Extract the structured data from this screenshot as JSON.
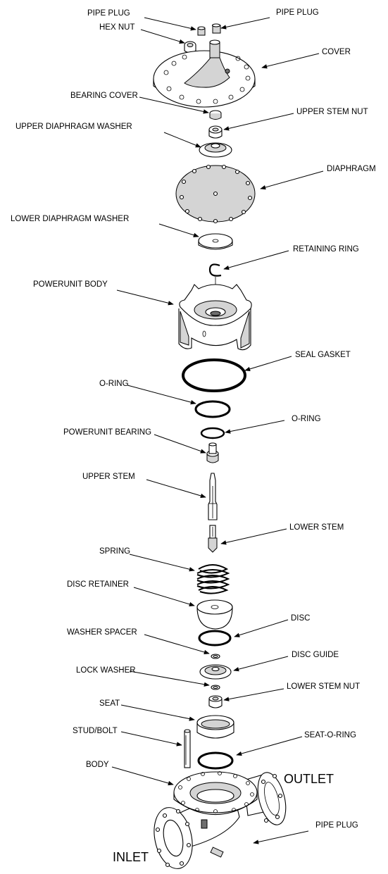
{
  "title": "",
  "labels": {
    "pipe_plug_left": "PIPE PLUG",
    "pipe_plug_right": "PIPE PLUG",
    "hex_nut": "HEX NUT",
    "cover": "COVER",
    "bearing_cover": "BEARING COVER",
    "upper_stem_nut": "UPPER STEM NUT",
    "upper_diaphragm_washer": "UPPER DIAPHRAGM WASHER",
    "diaphragm": "DIAPHRAGM",
    "lower_diaphragm_washer": "LOWER DIAPHRAGM WASHER",
    "retaining_ring": "RETAINING RING",
    "powerunit_body": "POWERUNIT BODY",
    "seal_gasket": "SEAL GASKET",
    "o_ring_left": "O-RING",
    "o_ring_right": "O-RING",
    "powerunit_bearing": "POWERUNIT BEARING",
    "upper_stem": "UPPER STEM",
    "lower_stem": "LOWER STEM",
    "spring": "SPRING",
    "disc_retainer": "DISC RETAINER",
    "disc": "DISC",
    "washer_spacer": "WASHER SPACER",
    "disc_guide": "DISC GUIDE",
    "lock_washer": "LOCK WASHER",
    "lower_stem_nut": "LOWER STEM NUT",
    "seat": "SEAT",
    "stud_bolt": "STUD/BOLT",
    "seat_o_ring": "SEAT-O-RING",
    "body": "BODY",
    "outlet": "OUTLET",
    "pipe_plug_bottom": "PIPE PLUG",
    "inlet": "INLET"
  }
}
